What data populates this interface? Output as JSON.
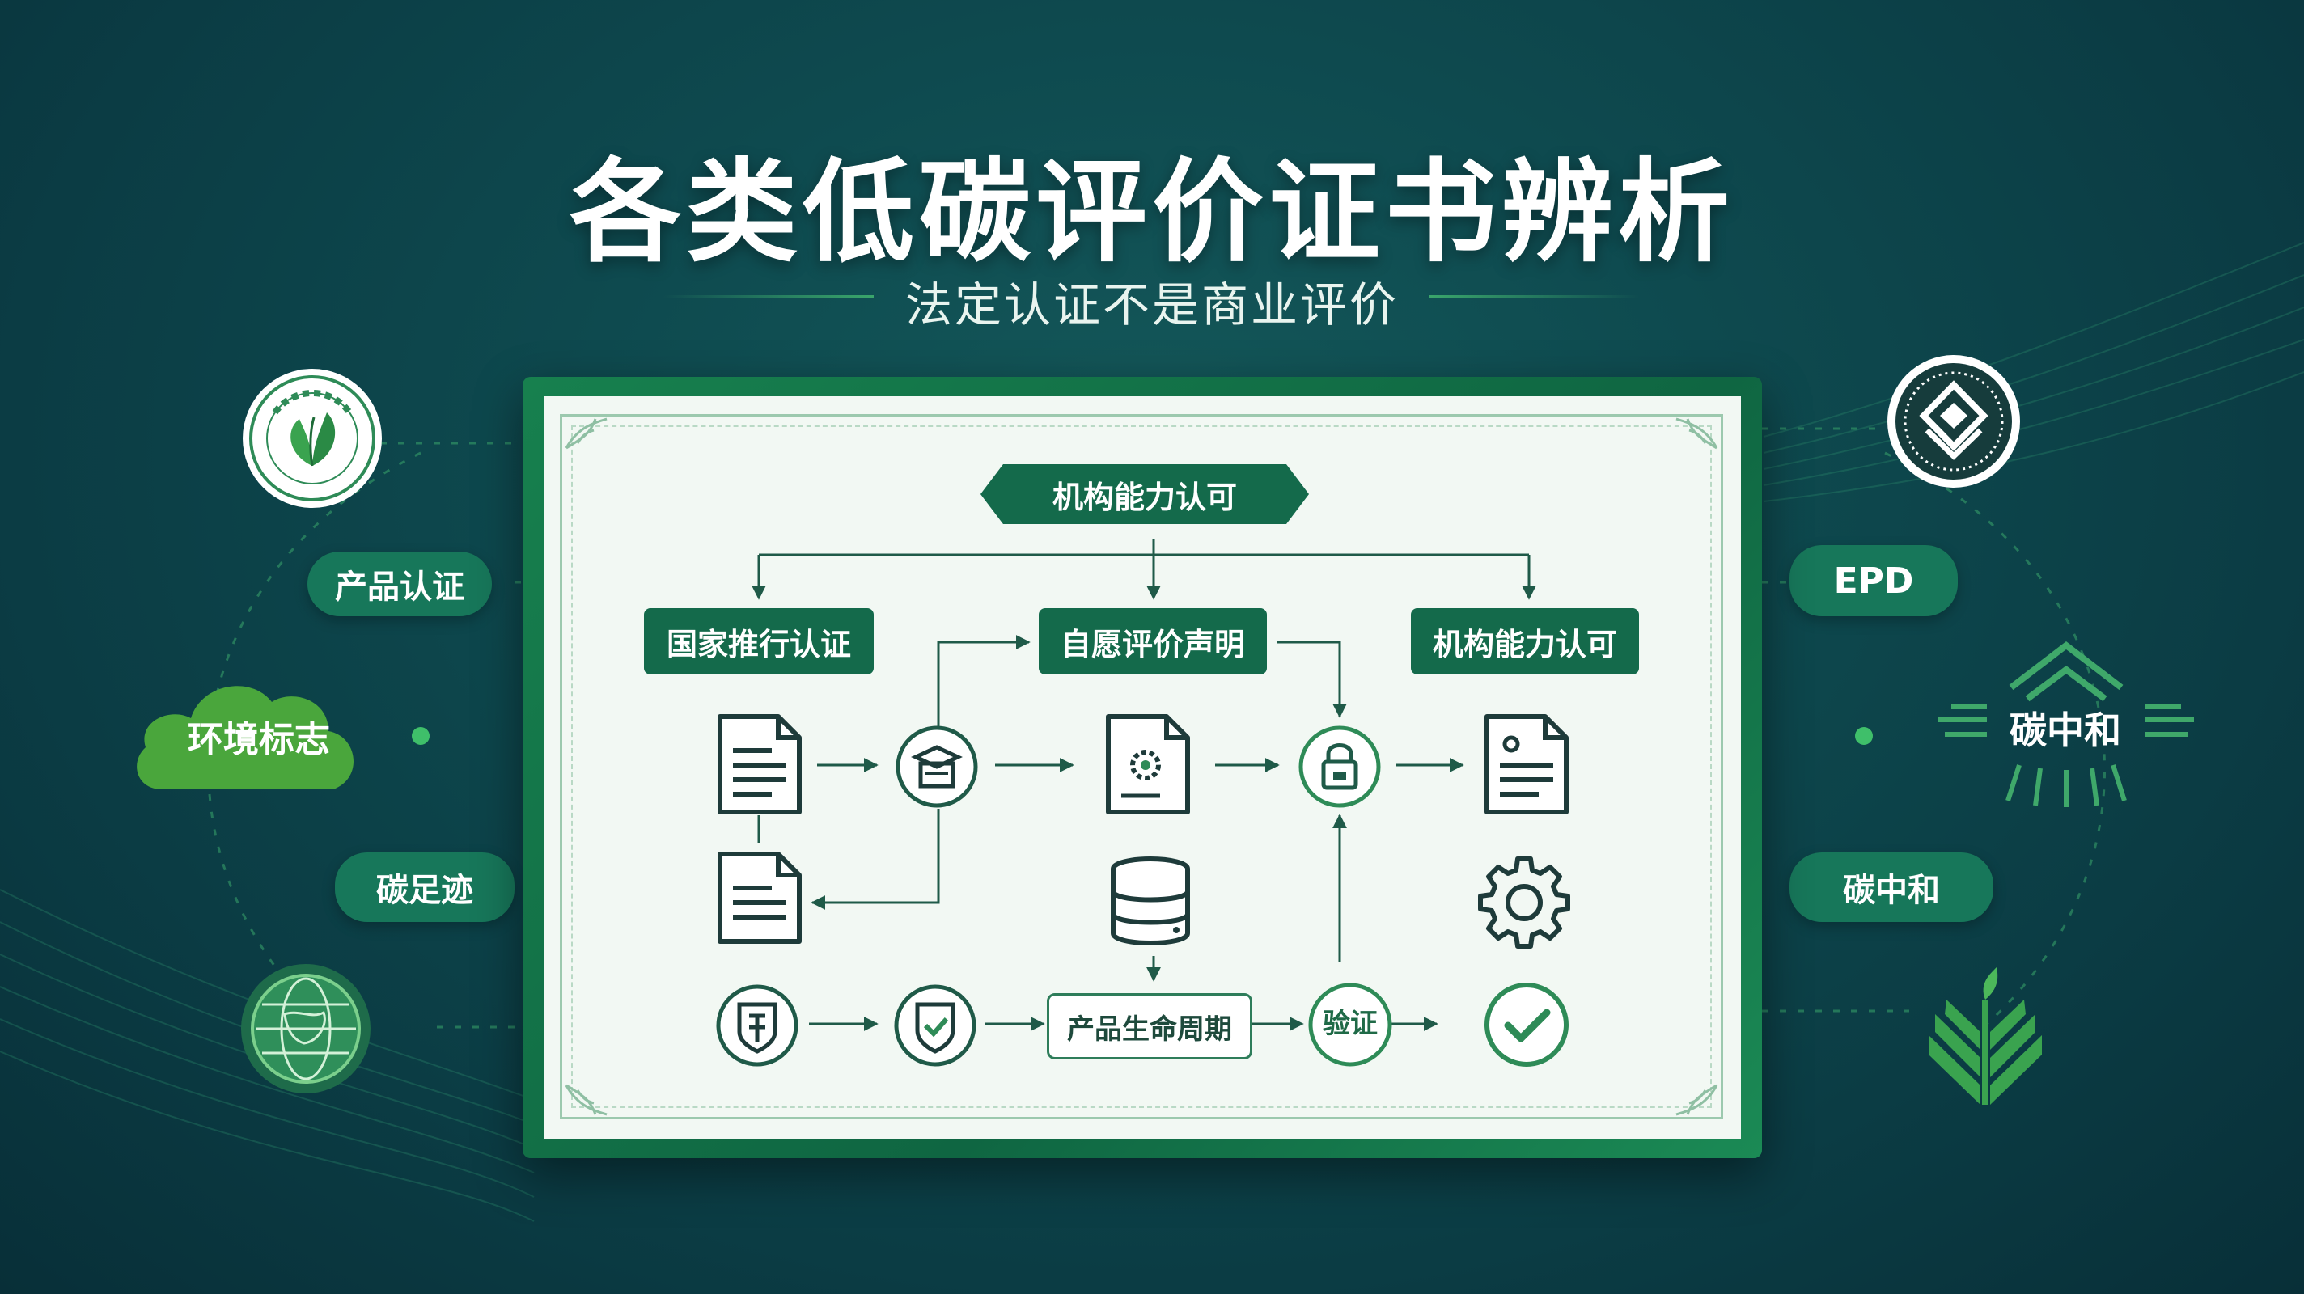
{
  "title": "各类低碳评价证书辨析",
  "subtitle": "法定认证不是商业评价",
  "left_labels": {
    "product_cert": "产品认证",
    "eco_label": "环境标志",
    "carbon_footprint": "碳足迹"
  },
  "right_labels": {
    "epd": "EPD",
    "carbon_neutral_badge": "碳中和",
    "carbon_neutral_pill": "碳中和"
  },
  "diagram": {
    "top_banner": "机构能力认可",
    "headers": [
      "国家推行认证",
      "自愿评价声明",
      "机构能力认可"
    ],
    "lifecycle_box": "产品生命周期",
    "verify_label": "验证"
  },
  "colors": {
    "background": "#0b3c44",
    "primary_green": "#146a4b",
    "accent_green": "#3aa56b",
    "certificate_bg": "#f2f8f3"
  },
  "icons": [
    "seal-leaf-icon",
    "diamond-emblem-icon",
    "document-icon",
    "scroll-cap-icon",
    "gear-document-icon",
    "lock-icon",
    "certificate-document-icon",
    "database-icon",
    "gear-icon",
    "yen-shield-icon",
    "shield-check-icon",
    "checkmark-circle-icon",
    "globe-emblem-icon",
    "leaf-plant-icon"
  ]
}
